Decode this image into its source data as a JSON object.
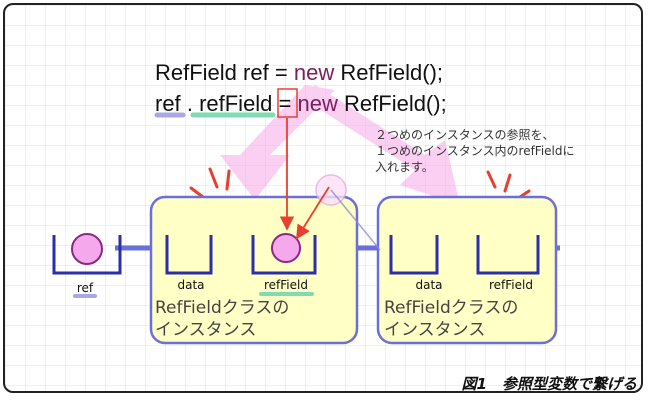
{
  "code": {
    "line1": {
      "type": "RefField",
      "var": "ref",
      "eq": "=",
      "kw": "new",
      "ctor": "RefField();"
    },
    "line2": {
      "target_obj": "ref",
      "dot": ".",
      "target_field": "refField",
      "eq": "=",
      "kw": "new",
      "ctor": "RefField();"
    }
  },
  "note": {
    "lines": [
      "２つめのインスタンスの参照を、",
      "１つめのインスタンス内のrefFieldに",
      "入れます。"
    ]
  },
  "diagram": {
    "ref_label": "ref",
    "instance1": {
      "field1": "data",
      "field2": "refField",
      "caption_line1": "RefFieldクラスの",
      "caption_line2": "インスタンス"
    },
    "instance2": {
      "field1": "data",
      "field2": "refField",
      "caption_line1": "RefFieldクラスの",
      "caption_line2": "インスタンス"
    }
  },
  "figure_caption": "図1　参照型変数で繋げる",
  "colors": {
    "instance_fill": "#ffffc6",
    "instance_stroke": "#6a70d8",
    "slot_stroke": "#2b2fa8",
    "pointer_fill": "#f5a8ec",
    "pointer_stroke": "#8a2a80",
    "red": "#e84030",
    "pink_arrow": "#f6a8e8",
    "green_underline": "#7fdcb0",
    "purple_underline": "#a8a8e8",
    "link_line": "#6a70d8"
  }
}
